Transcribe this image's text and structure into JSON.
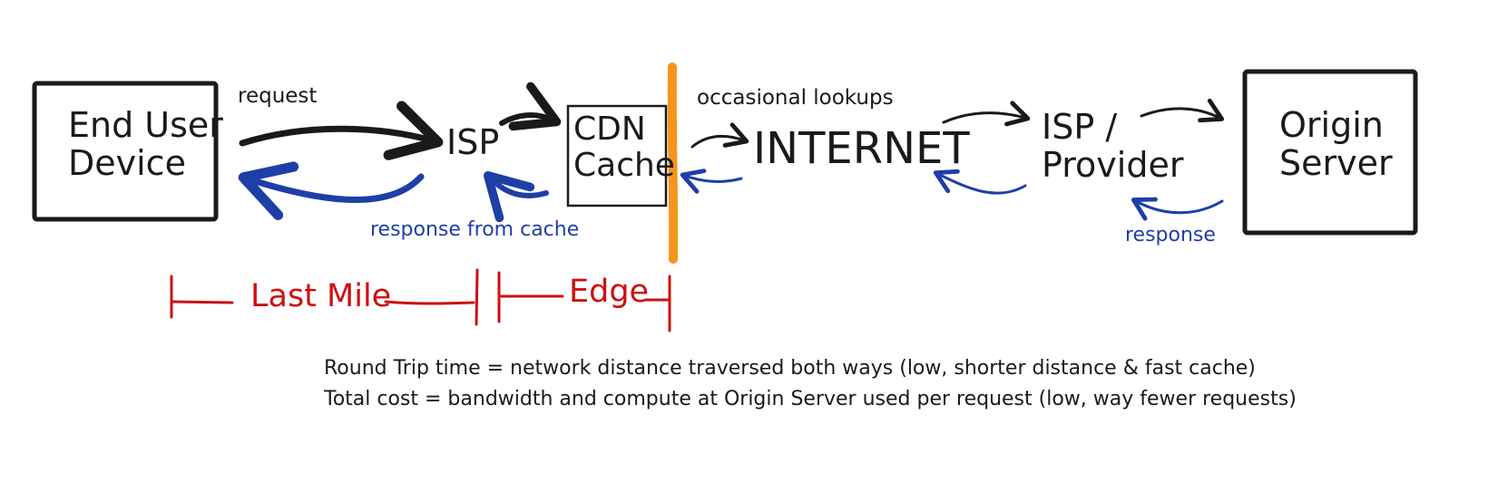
{
  "nodes": {
    "end_user": [
      "End User",
      "Device"
    ],
    "isp": "ISP",
    "cdn": [
      "CDN",
      "Cache"
    ],
    "internet": "INTERNET",
    "provider": [
      "ISP /",
      "Provider"
    ],
    "origin": [
      "Origin",
      "Server"
    ]
  },
  "labels": {
    "request": "request",
    "response_from_cache": "response from cache",
    "occasional_lookups": "occasional lookups",
    "response": "response"
  },
  "segments": {
    "last_mile": "Last Mile",
    "edge": "Edge"
  },
  "notes": [
    "Round Trip time = network distance traversed both ways (low, shorter distance & fast cache)",
    "Total cost = bandwidth and compute at Origin Server used per request (low, way fewer requests)"
  ],
  "colors": {
    "ink": "#1a1a1a",
    "blue": "#1e3fa8",
    "red": "#cc1111",
    "orange": "#f7941d"
  }
}
